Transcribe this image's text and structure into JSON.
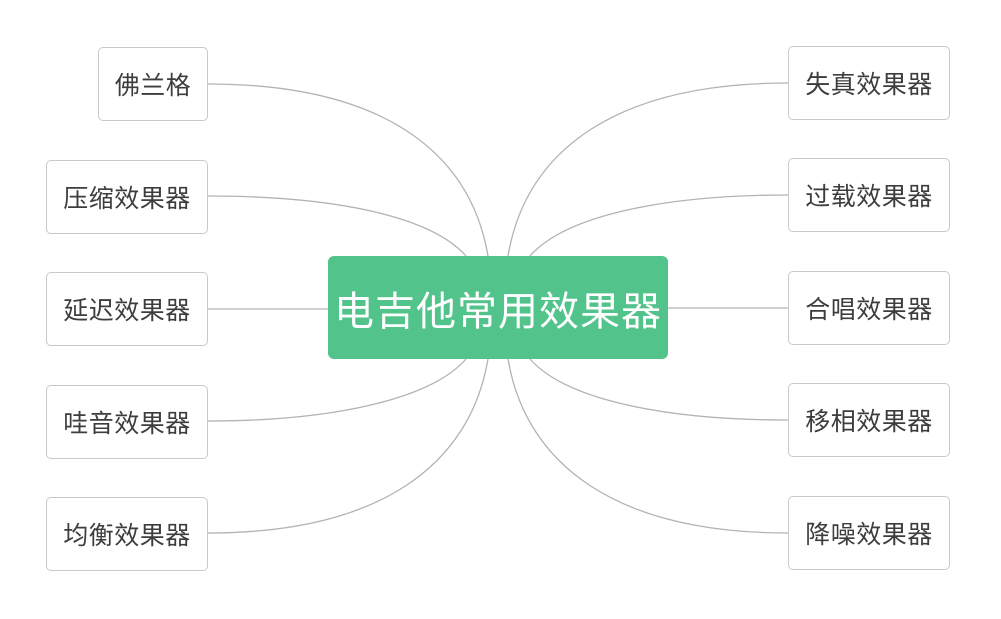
{
  "mindmap": {
    "root": {
      "label": "电吉他常用效果器",
      "color": "#52c38a"
    },
    "left": [
      {
        "label": "佛兰格"
      },
      {
        "label": "压缩效果器"
      },
      {
        "label": "延迟效果器"
      },
      {
        "label": "哇音效果器"
      },
      {
        "label": "均衡效果器"
      }
    ],
    "right": [
      {
        "label": "失真效果器"
      },
      {
        "label": "过载效果器"
      },
      {
        "label": "合唱效果器"
      },
      {
        "label": "移相效果器"
      },
      {
        "label": "降噪效果器"
      }
    ],
    "connector_color": "#b3b3b3"
  }
}
